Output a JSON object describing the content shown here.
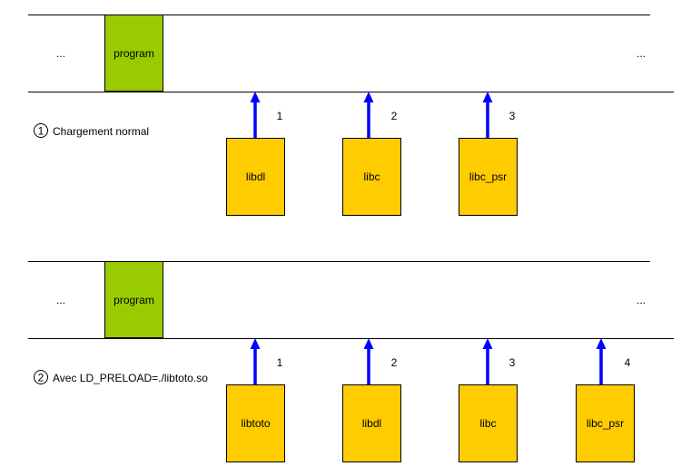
{
  "colors": {
    "program_fill": "#99cc00",
    "library_fill": "#ffcc00",
    "arrow": "#0000ff",
    "line": "#000000"
  },
  "scenarios": [
    {
      "marker": "1",
      "caption": "Chargement normal",
      "ellipsis_left": "...",
      "program_label": "program",
      "ellipsis_right": "...",
      "libraries": [
        {
          "label": "libdl",
          "order": "1"
        },
        {
          "label": "libc",
          "order": "2"
        },
        {
          "label": "libc_psr",
          "order": "3"
        }
      ]
    },
    {
      "marker": "2",
      "caption": "Avec LD_PRELOAD=./libtoto.so",
      "ellipsis_left": "...",
      "program_label": "program",
      "ellipsis_right": "...",
      "libraries": [
        {
          "label": "libtoto",
          "order": "1"
        },
        {
          "label": "libdl",
          "order": "2"
        },
        {
          "label": "libc",
          "order": "3"
        },
        {
          "label": "libc_psr",
          "order": "4"
        }
      ]
    }
  ]
}
